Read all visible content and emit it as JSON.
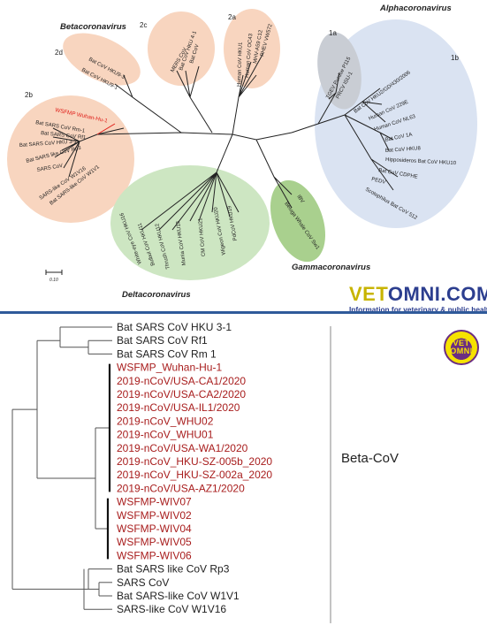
{
  "top_tree": {
    "genus_labels": {
      "alpha": "Alphacoronavirus",
      "beta": "Betacoronavirus",
      "gamma": "Gammacoronavirus",
      "delta": "Deltacoronavirus"
    },
    "subgroup_labels": {
      "g1a": "1a",
      "g1b": "1b",
      "g2a": "2a",
      "g2b": "2b",
      "g2c": "2c",
      "g2d": "2d"
    },
    "colors": {
      "alpha": "#d6e0f1",
      "alpha_1a": "#c9cdd4",
      "beta": "#f8d5bf",
      "gamma": "#a9d08e",
      "delta": "#cde6c2",
      "highlight": "#e0201b"
    },
    "scale": "0.10",
    "taxa": {
      "tgev": "TGEV Purdue P115",
      "prcv": "PRCV ISU-1",
      "bat_hku2": "Bat CoV HKU2/GD/430/2006",
      "h229e": "Human CoV 229E",
      "hnl63": "Human CoV NL63",
      "bat1a": "Bat CoV 1A",
      "bat_hku8": "Bat CoV HKU8",
      "hippo": "Hipposideros Bat CoV HKU10",
      "cdphe": "Bat CoV CDPHE",
      "pedv": "PEDV",
      "scoto": "Scotophilus Bat CoV 512",
      "pheV": "PHEV VW572",
      "mhv": "MHV-A59 C12",
      "oc43": "Human CoV OC43",
      "hku1": "Human CoV HKU1",
      "batcov": "Bat CoV",
      "hku4": "Bat CoV HKU 4-1",
      "mers": "MERS CoV",
      "hku3": "Bat CoV HKU9-3",
      "hku9": "Bat CoV HKU9-1",
      "wuhan": "WSFMP Wuhan-Hu-1",
      "rm1": "Bat SARS CoV Rm-1",
      "rf1": "Bat SARS CoV Rf1",
      "hku31": "Bat SARS CoV HKU 3-1",
      "rp3": "Bat SARS like CoV Rp3",
      "sars": "SARS CoV",
      "w1v16": "SARS-like CoV W1V16",
      "w1v1": "Bat SARS-like CoV W1V1",
      "ibv": "IBV",
      "beluga": "Beluga Whale CoV Sw1",
      "whiteeye": "White-eye CoV HKU16",
      "bulbul": "Bulbul CoV HKU11",
      "thrush": "Thrush CoV HKU12",
      "munia": "Munia CoV HKU13",
      "cm": "CM CoV HKU21",
      "wigeon": "Wigeon CoV HKU20",
      "pdcov": "PdCoV HKU19"
    }
  },
  "brand": {
    "logo_a": "VET",
    "logo_b": "OMNI.COM",
    "tagline": "Information for veterinary & public health",
    "badge_top": "VET",
    "badge_bottom": "OMNI"
  },
  "bottom_tree": {
    "clade_label": "Beta-CoV",
    "colors": {
      "black": "#222222",
      "red": "#a81d1d"
    },
    "leaves": [
      {
        "label": "Bat SARS CoV HKU 3-1",
        "color": "black"
      },
      {
        "label": "Bat SARS CoV Rf1",
        "color": "black"
      },
      {
        "label": "Bat SARS CoV Rm 1",
        "color": "black"
      },
      {
        "label": "WSFMP_Wuhan-Hu-1",
        "color": "red"
      },
      {
        "label": "2019-nCoV/USA-CA1/2020",
        "color": "red"
      },
      {
        "label": "2019-nCoV/USA-CA2/2020",
        "color": "red"
      },
      {
        "label": "2019-nCoV/USA-IL1/2020",
        "color": "red"
      },
      {
        "label": "2019-nCoV_WHU02",
        "color": "red"
      },
      {
        "label": "2019-nCoV_WHU01",
        "color": "red"
      },
      {
        "label": "2019-nCoV/USA-WA1/2020",
        "color": "red"
      },
      {
        "label": "2019-nCoV_HKU-SZ-005b_2020",
        "color": "red"
      },
      {
        "label": "2019-nCoV_HKU-SZ-002a_2020",
        "color": "red"
      },
      {
        "label": "2019-nCoV/USA-AZ1/2020",
        "color": "red"
      },
      {
        "label": "WSFMP-WIV07",
        "color": "red"
      },
      {
        "label": "WSFMP-WIV02",
        "color": "red"
      },
      {
        "label": "WSFMP-WIV04",
        "color": "red"
      },
      {
        "label": "WSFMP-WIV05",
        "color": "red"
      },
      {
        "label": "WSFMP-WIV06",
        "color": "red"
      },
      {
        "label": "Bat SARS like CoV Rp3",
        "color": "black"
      },
      {
        "label": "SARS CoV",
        "color": "black"
      },
      {
        "label": "Bat SARS-like CoV W1V1",
        "color": "black"
      },
      {
        "label": "SARS-like CoV W1V16",
        "color": "black"
      }
    ]
  }
}
